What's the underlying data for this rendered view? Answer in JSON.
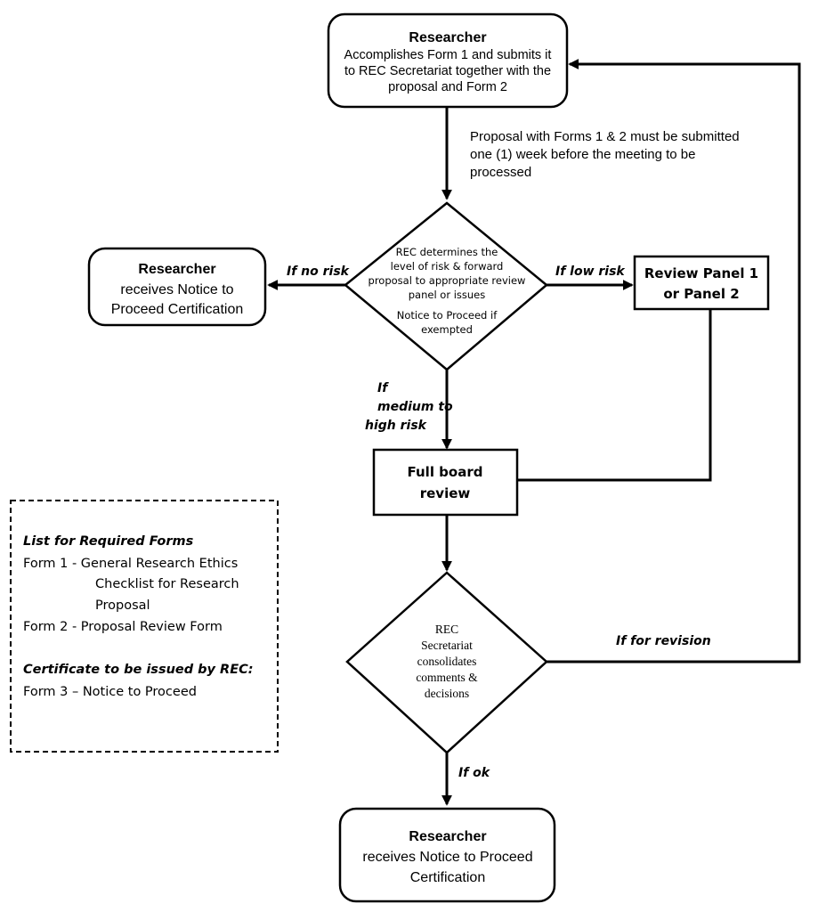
{
  "nodes": {
    "start": {
      "title": "Researcher",
      "lines": [
        "Accomplishes Form 1 and submits it",
        "to REC Secretariat together with the",
        "proposal and Form 2"
      ]
    },
    "submission_note": {
      "lines": [
        "Proposal with Forms 1 & 2 must be submitted",
        "one (1) week before the meeting to be",
        "processed"
      ]
    },
    "decision_risk": {
      "lines": [
        "REC determines the",
        "level of risk & forward",
        "proposal to appropriate review",
        "panel or issues",
        "Notice to Proceed if",
        "exempted"
      ]
    },
    "left_result": {
      "title": "Researcher",
      "lines": [
        "receives Notice to",
        "Proceed Certification"
      ]
    },
    "review_panel": {
      "lines": [
        "Review Panel 1",
        "or Panel 2"
      ]
    },
    "full_board": {
      "lines": [
        "Full board",
        "review"
      ]
    },
    "decision_consolidate": {
      "lines": [
        "REC",
        "Secretariat",
        "consolidates",
        "comments &",
        "decisions"
      ]
    },
    "end": {
      "title": "Researcher",
      "lines": [
        "receives Notice to Proceed",
        "Certification"
      ]
    }
  },
  "edges": {
    "no_risk": "If no risk",
    "low_risk": "If low risk",
    "medium_high": [
      "If",
      "medium to",
      "high risk"
    ],
    "revision": "If for revision",
    "ok": "If ok"
  },
  "legend": {
    "forms_heading": "List for Required Forms",
    "form1_lines": [
      "Form 1 - General Research Ethics",
      "Checklist for Research",
      "Proposal"
    ],
    "form2": "Form 2 - Proposal Review Form",
    "cert_heading": "Certificate to be issued by REC:",
    "form3": "Form 3 – Notice to Proceed"
  }
}
